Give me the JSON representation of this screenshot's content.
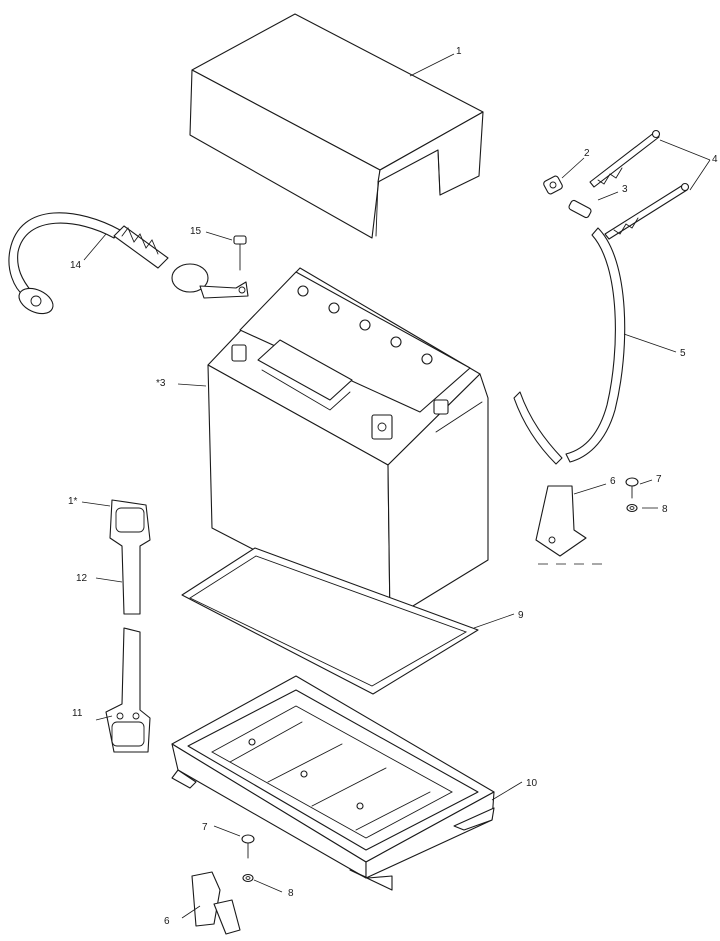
{
  "callouts": {
    "c1": "1",
    "c2": "2",
    "c3": "3",
    "c4": "4",
    "c5": "5",
    "c6a": "6",
    "c6b": "6",
    "c7a": "7",
    "c7b": "7",
    "c8": "8",
    "c8b": "8",
    "c9": "9",
    "c10": "10",
    "c11": "11",
    "c12": "12",
    "c13": "*3",
    "c14": "14",
    "c15": "15",
    "c1s": "1*"
  },
  "colors": {
    "line": "#1a1a1a",
    "background": "#ffffff"
  }
}
